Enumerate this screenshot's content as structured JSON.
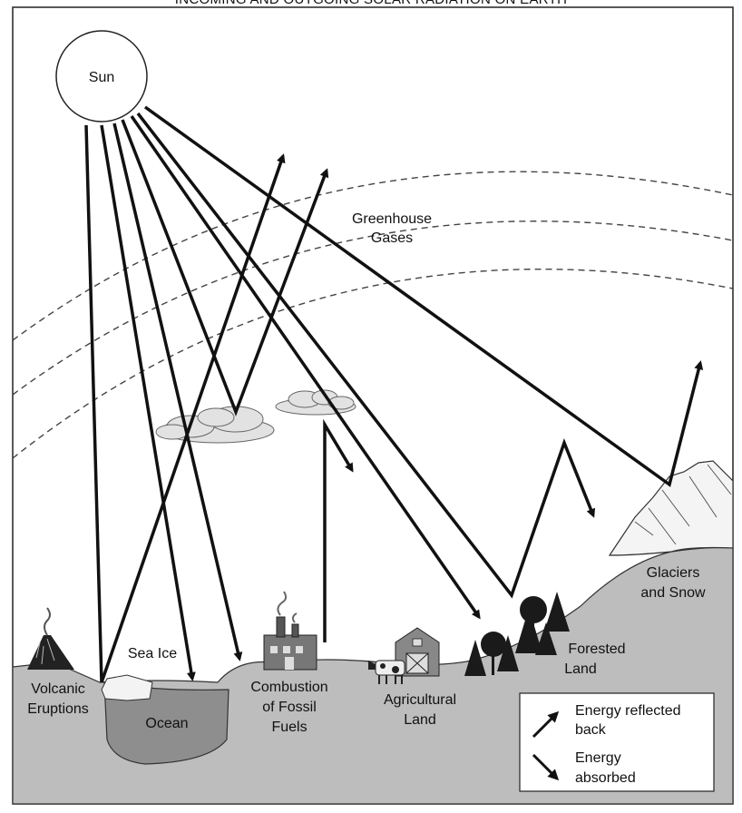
{
  "title": "INCOMING AND OUTGOING SOLAR RADIATION ON EARTH",
  "labels": {
    "sun": "Sun",
    "greenhouse_line1": "Greenhouse",
    "greenhouse_line2": "Gases",
    "sea_ice": "Sea Ice",
    "ocean": "Ocean",
    "volcanic_line1": "Volcanic",
    "volcanic_line2": "Eruptions",
    "combustion_line1": "Combustion",
    "combustion_line2": "of Fossil",
    "combustion_line3": "Fuels",
    "agricultural_line1": "Agricultural",
    "agricultural_line2": "Land",
    "forested_line1": "Forested",
    "forested_line2": "Land",
    "glaciers_line1": "Glaciers",
    "glaciers_line2": "and Snow"
  },
  "legend": {
    "reflected_line1": "Energy reflected",
    "reflected_line2": "back",
    "absorbed_line1": "Energy",
    "absorbed_line2": "absorbed"
  },
  "colors": {
    "ground": "#bdbdbd",
    "ocean": "#8e8e8e",
    "cloud": "#e2e2e2",
    "ink": "#111111"
  }
}
